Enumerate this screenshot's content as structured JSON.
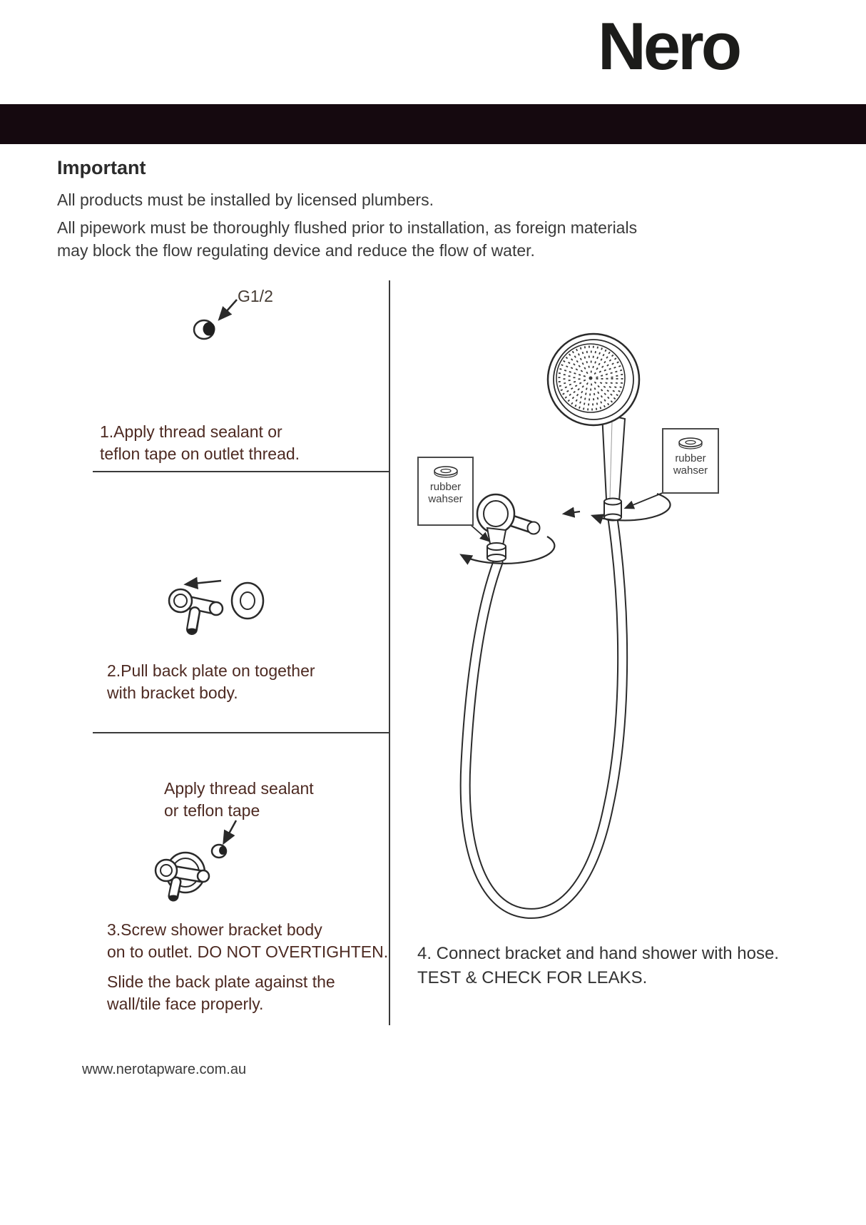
{
  "header": {
    "logo": "Nero"
  },
  "intro": {
    "heading": "Important",
    "line1": "All products must be installed by licensed plumbers.",
    "line2a": "All pipework must be thoroughly flushed prior to installation, as foreign materials",
    "line2b": "may block the flow regulating device and reduce the flow of water."
  },
  "steps": {
    "g12_label": "G1/2",
    "step1_line1": "1.Apply thread sealant or",
    "step1_line2": "teflon tape on outlet thread.",
    "step2_line1": "2.Pull back plate on together",
    "step2_line2": "with bracket body.",
    "sealant_line1": "Apply thread sealant",
    "sealant_line2": "or teflon tape",
    "step3_line1": "3.Screw shower bracket body",
    "step3_line2": "on to outlet. DO NOT OVERTIGHTEN.",
    "step3_line3": "Slide the back plate against the",
    "step3_line4": "wall/tile face properly.",
    "step4_line1": "4. Connect bracket and hand shower with hose.",
    "step4_line2": "TEST & CHECK FOR LEAKS."
  },
  "callouts": {
    "washer_line1": "rubber",
    "washer_line2": "wahser"
  },
  "footer": {
    "url": "www.nerotapware.com.au"
  },
  "colors": {
    "step_text": "#4d2a22",
    "body_text": "#3a3a3a",
    "bar": "#15090f",
    "line_art": "#2a2a2a"
  }
}
